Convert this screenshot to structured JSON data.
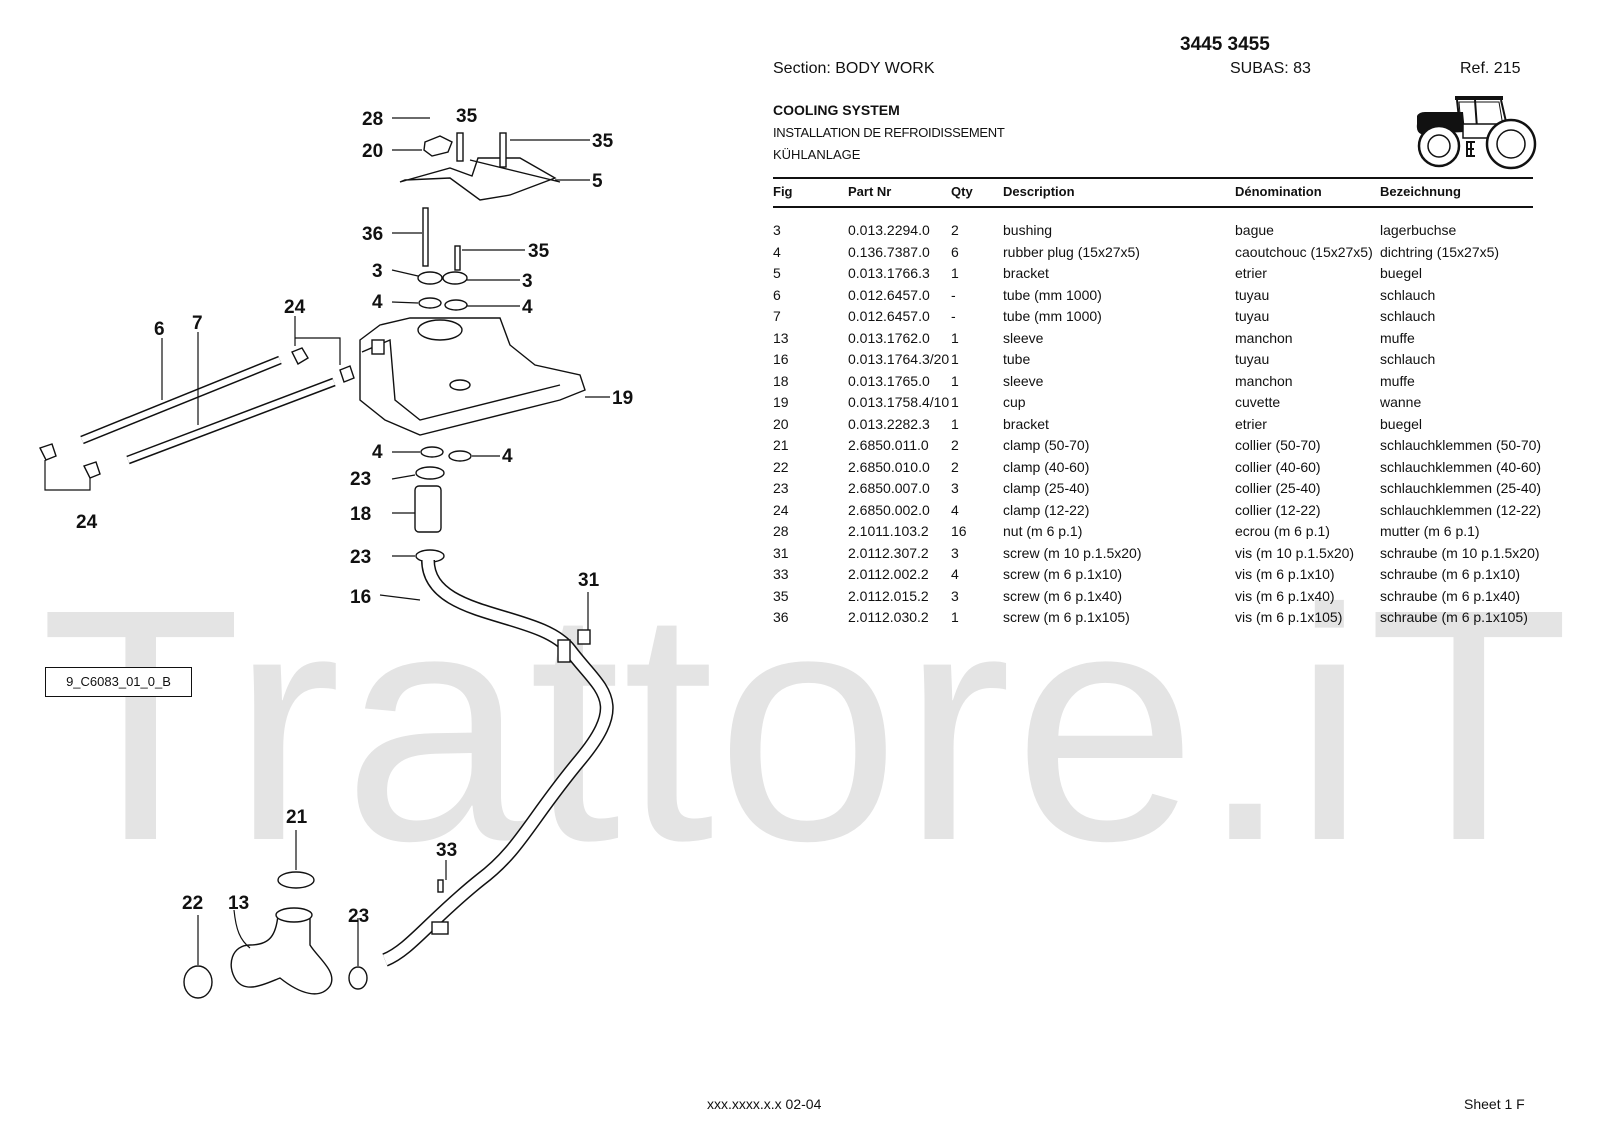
{
  "header": {
    "model": "3445 3455",
    "section": "Section: BODY  WORK",
    "subas": "SUBAS: 83",
    "ref": "Ref. 215",
    "title_en": "COOLING SYSTEM",
    "title_fr": "INSTALLATION DE REFROIDISSEMENT",
    "title_de": "KÜHLANLAGE"
  },
  "table": {
    "columns": [
      "Fig",
      "Part Nr",
      "Qty",
      "Description",
      "Dénomination",
      "Bezeichnung"
    ],
    "rows": [
      [
        "3",
        "0.013.2294.0",
        "2",
        "bushing",
        "bague",
        "lagerbuchse"
      ],
      [
        "4",
        "0.136.7387.0",
        "6",
        "rubber plug (15x27x5)",
        "caoutchouc (15x27x5)",
        "dichtring (15x27x5)"
      ],
      [
        "5",
        "0.013.1766.3",
        "1",
        "bracket",
        "etrier",
        "buegel"
      ],
      [
        "6",
        "0.012.6457.0",
        "-",
        "tube (mm 1000)",
        "tuyau",
        "schlauch"
      ],
      [
        "7",
        "0.012.6457.0",
        "-",
        "tube (mm 1000)",
        "tuyau",
        "schlauch"
      ],
      [
        "13",
        "0.013.1762.0",
        "1",
        "sleeve",
        "manchon",
        "muffe"
      ],
      [
        "16",
        "0.013.1764.3/20",
        "1",
        "tube",
        "tuyau",
        "schlauch"
      ],
      [
        "18",
        "0.013.1765.0",
        "1",
        "sleeve",
        "manchon",
        "muffe"
      ],
      [
        "19",
        "0.013.1758.4/10",
        "1",
        "cup",
        "cuvette",
        "wanne"
      ],
      [
        "20",
        "0.013.2282.3",
        "1",
        "bracket",
        "etrier",
        "buegel"
      ],
      [
        "21",
        "2.6850.011.0",
        "2",
        "clamp (50-70)",
        "collier (50-70)",
        "schlauchklemmen (50-70)"
      ],
      [
        "22",
        "2.6850.010.0",
        "2",
        "clamp (40-60)",
        "collier (40-60)",
        "schlauchklemmen (40-60)"
      ],
      [
        "23",
        "2.6850.007.0",
        "3",
        "clamp (25-40)",
        "collier (25-40)",
        "schlauchklemmen (25-40)"
      ],
      [
        "24",
        "2.6850.002.0",
        "4",
        "clamp (12-22)",
        "collier (12-22)",
        "schlauchklemmen (12-22)"
      ],
      [
        "28",
        "2.1011.103.2",
        "16",
        "nut (m 6 p.1)",
        "ecrou (m 6 p.1)",
        "mutter (m 6 p.1)"
      ],
      [
        "31",
        "2.0112.307.2",
        "3",
        "screw (m 10 p.1.5x20)",
        "vis (m 10 p.1.5x20)",
        "schraube (m 10 p.1.5x20)"
      ],
      [
        "33",
        "2.0112.002.2",
        "4",
        "screw (m 6 p.1x10)",
        "vis (m 6 p.1x10)",
        "schraube (m 6 p.1x10)"
      ],
      [
        "35",
        "2.0112.015.2",
        "3",
        "screw (m 6 p.1x40)",
        "vis (m 6 p.1x40)",
        "schraube (m 6 p.1x40)"
      ],
      [
        "36",
        "2.0112.030.2",
        "1",
        "screw (m 6 p.1x105)",
        "vis (m 6 p.1x105)",
        "schraube (m 6 p.1x105)"
      ]
    ]
  },
  "diagram": {
    "id": "9_C6083_01_0_B",
    "callouts": [
      "28",
      "35",
      "20",
      "35",
      "5",
      "36",
      "35",
      "3",
      "3",
      "4",
      "4",
      "24",
      "6",
      "7",
      "19",
      "4",
      "4",
      "23",
      "18",
      "23",
      "24",
      "16",
      "31",
      "21",
      "33",
      "22",
      "13",
      "23"
    ]
  },
  "watermark": "Trattore.iT",
  "footer": {
    "code": "xxx.xxxx.x.x  02-04",
    "sheet": "Sheet 1 F"
  }
}
